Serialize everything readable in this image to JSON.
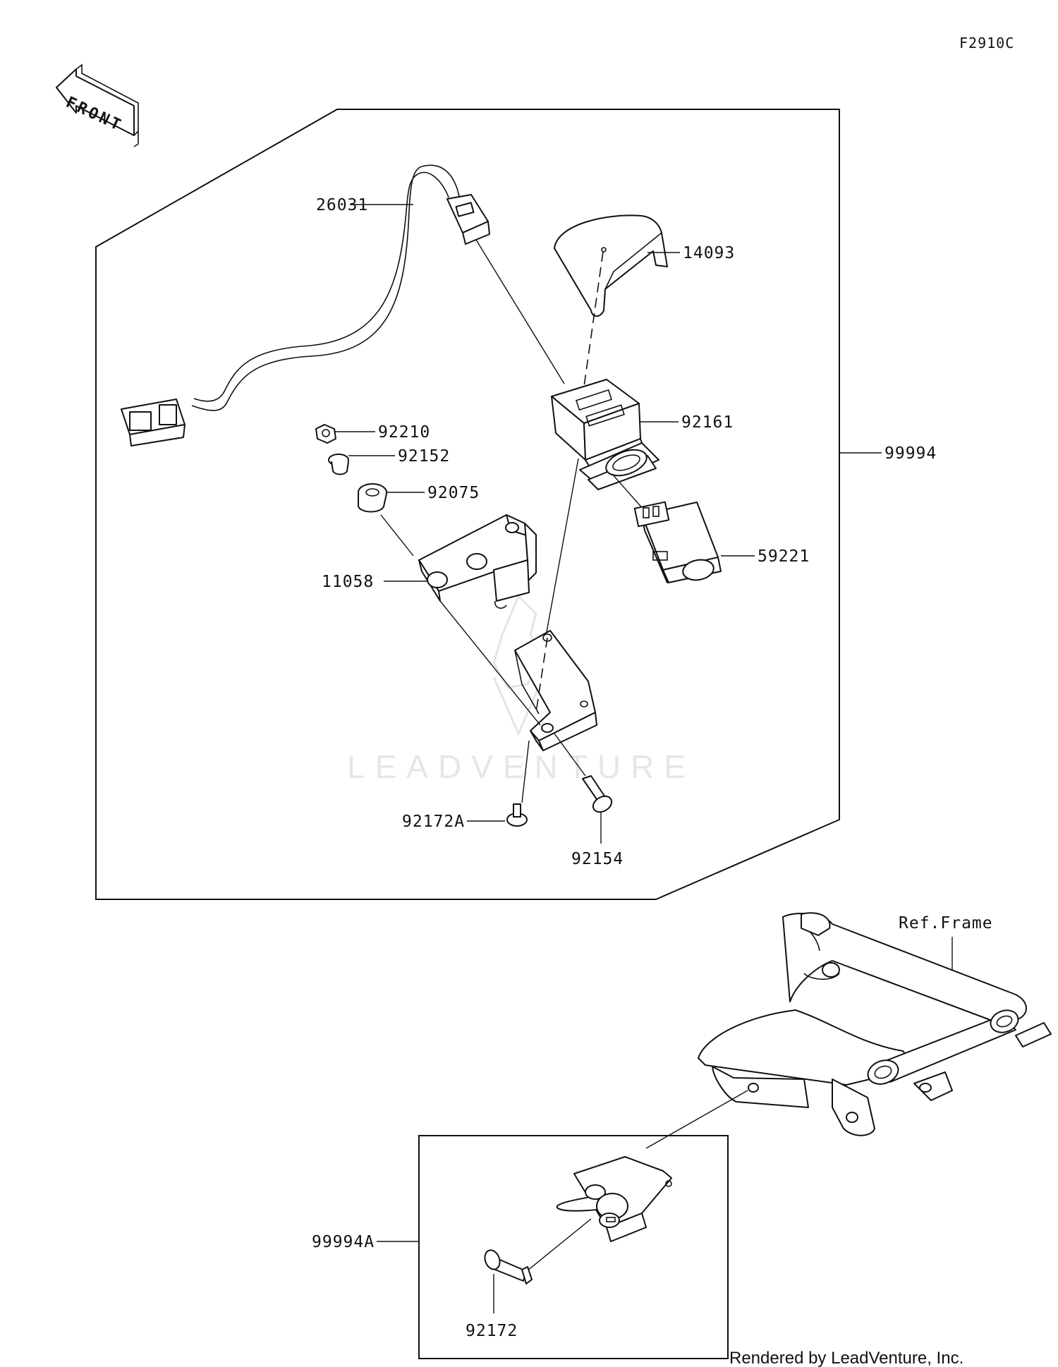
{
  "diagram": {
    "figure_code": "F2910C",
    "front_label": "FRONT",
    "watermark": "LEADVENTURE",
    "credit": "Rendered by LeadVenture, Inc.",
    "ref_label": "Ref.Frame",
    "callouts": {
      "p26031": "26031",
      "p14093": "14093",
      "p92161": "92161",
      "p99994": "99994",
      "p92210": "92210",
      "p92152": "92152",
      "p92075": "92075",
      "p11058": "11058",
      "p59221": "59221",
      "p92172A": "92172A",
      "p92154": "92154",
      "p99994A": "99994A",
      "p92172": "92172"
    }
  }
}
